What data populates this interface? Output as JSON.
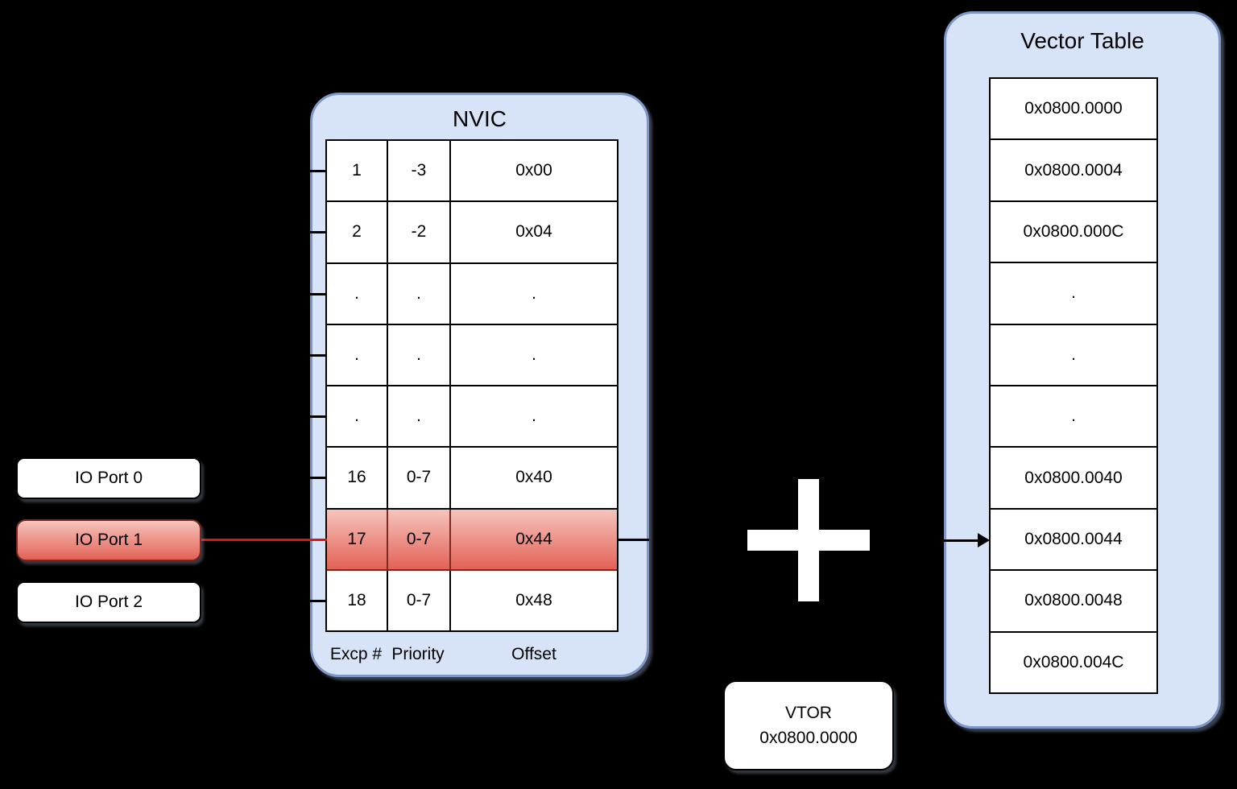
{
  "colors": {
    "background": "#000000",
    "container_fill": "#d7e3f7",
    "container_border": "#7e97c6",
    "table_fill": "#ffffff",
    "table_border": "#000000",
    "highlight_gradient_top": "#f5c4bd",
    "highlight_gradient_bottom": "#e26257",
    "highlight_border": "#7c2a21",
    "connector_red": "#dd1511",
    "plus_sign": "#ffffff"
  },
  "io_ports": {
    "items": [
      {
        "label": "IO Port 0",
        "highlighted": false
      },
      {
        "label": "IO Port 1",
        "highlighted": true
      },
      {
        "label": "IO Port 2",
        "highlighted": false
      }
    ]
  },
  "nvic": {
    "title": "NVIC",
    "column_labels": [
      "Excp #",
      "Priority",
      "Offset"
    ],
    "rows": [
      {
        "excp": "1",
        "priority": "-3",
        "offset": "0x00",
        "highlighted": false
      },
      {
        "excp": "2",
        "priority": "-2",
        "offset": "0x04",
        "highlighted": false
      },
      {
        "excp": ".",
        "priority": ".",
        "offset": ".",
        "highlighted": false
      },
      {
        "excp": ".",
        "priority": ".",
        "offset": ".",
        "highlighted": false
      },
      {
        "excp": ".",
        "priority": ".",
        "offset": ".",
        "highlighted": false
      },
      {
        "excp": "16",
        "priority": "0-7",
        "offset": "0x40",
        "highlighted": false
      },
      {
        "excp": "17",
        "priority": "0-7",
        "offset": "0x44",
        "highlighted": true
      },
      {
        "excp": "18",
        "priority": "0-7",
        "offset": "0x48",
        "highlighted": false
      }
    ]
  },
  "vtor_box": {
    "register": "VTOR",
    "value": "0x0800.0000"
  },
  "vector_table": {
    "title": "Vector Table",
    "rows": [
      {
        "address": "0x0800.0000",
        "pointed": false
      },
      {
        "address": "0x0800.0004",
        "pointed": false
      },
      {
        "address": "0x0800.000C",
        "pointed": false
      },
      {
        "address": ".",
        "pointed": false
      },
      {
        "address": ".",
        "pointed": false
      },
      {
        "address": ".",
        "pointed": false
      },
      {
        "address": "0x0800.0040",
        "pointed": false
      },
      {
        "address": "0x0800.0044",
        "pointed": true
      },
      {
        "address": "0x0800.0048",
        "pointed": false
      },
      {
        "address": "0x0800.004C",
        "pointed": false
      }
    ]
  }
}
